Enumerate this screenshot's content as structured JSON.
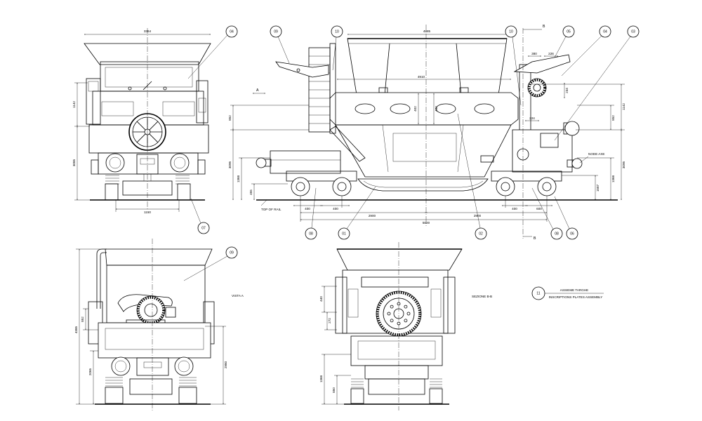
{
  "end_view": {
    "dims": {
      "width": "3364",
      "upper_height": "1142",
      "lower_height": "3085",
      "bogie_span": "1150"
    },
    "callouts": {
      "c04": "04",
      "c07": "07"
    }
  },
  "side_view": {
    "dims": {
      "hopper_top": "4885",
      "frame_length": "4910",
      "center_a": "402",
      "center_b": "402",
      "left_852": "852",
      "left_3095": "3095",
      "left_1368": "1368",
      "left_455": "455",
      "bogie_left_a": "400",
      "bogie_left_b": "400",
      "half_left": "2900",
      "half_right": "2900",
      "total": "5800",
      "bogie_right_a": "400",
      "bogie_right_b": "600",
      "right_1142": "1142",
      "right_852": "852",
      "right_3095": "3095",
      "right_1368": "1368",
      "right_1587": "1587",
      "top_380": "380",
      "top_226": "226",
      "side_234": "234",
      "side_224": "224"
    },
    "labels": {
      "top_of_rail": "TOP OF RAIL",
      "view_a_marker": "A",
      "section_top": "B",
      "section_bottom": "B",
      "axle_note": "NODE AXE"
    },
    "callouts": {
      "c09": "09",
      "c10_left": "10",
      "c10_right": "10",
      "c05": "05",
      "c04": "04",
      "c03": "03",
      "c08_left": "08",
      "c01": "01",
      "c02": "02",
      "c08_right": "08",
      "c06": "06"
    }
  },
  "view_a": {
    "title": "VISTA A",
    "dims": {
      "total_height": "4385",
      "h852": "852",
      "lower_left": "2065",
      "lower_right": "2980"
    },
    "callouts": {
      "c09": "09"
    }
  },
  "section_bb": {
    "title": "SEZIONE B-B",
    "dims": {
      "d440": "440",
      "d272": "272",
      "d1368": "1368",
      "d850": "850"
    }
  },
  "legend": {
    "item": "11",
    "title_it": "ASSIEME TARGHE",
    "title_en": "INSCRIPTIONS PLATES ASSEMBLY"
  },
  "colors": {
    "line": "#000000",
    "background": "#ffffff"
  }
}
